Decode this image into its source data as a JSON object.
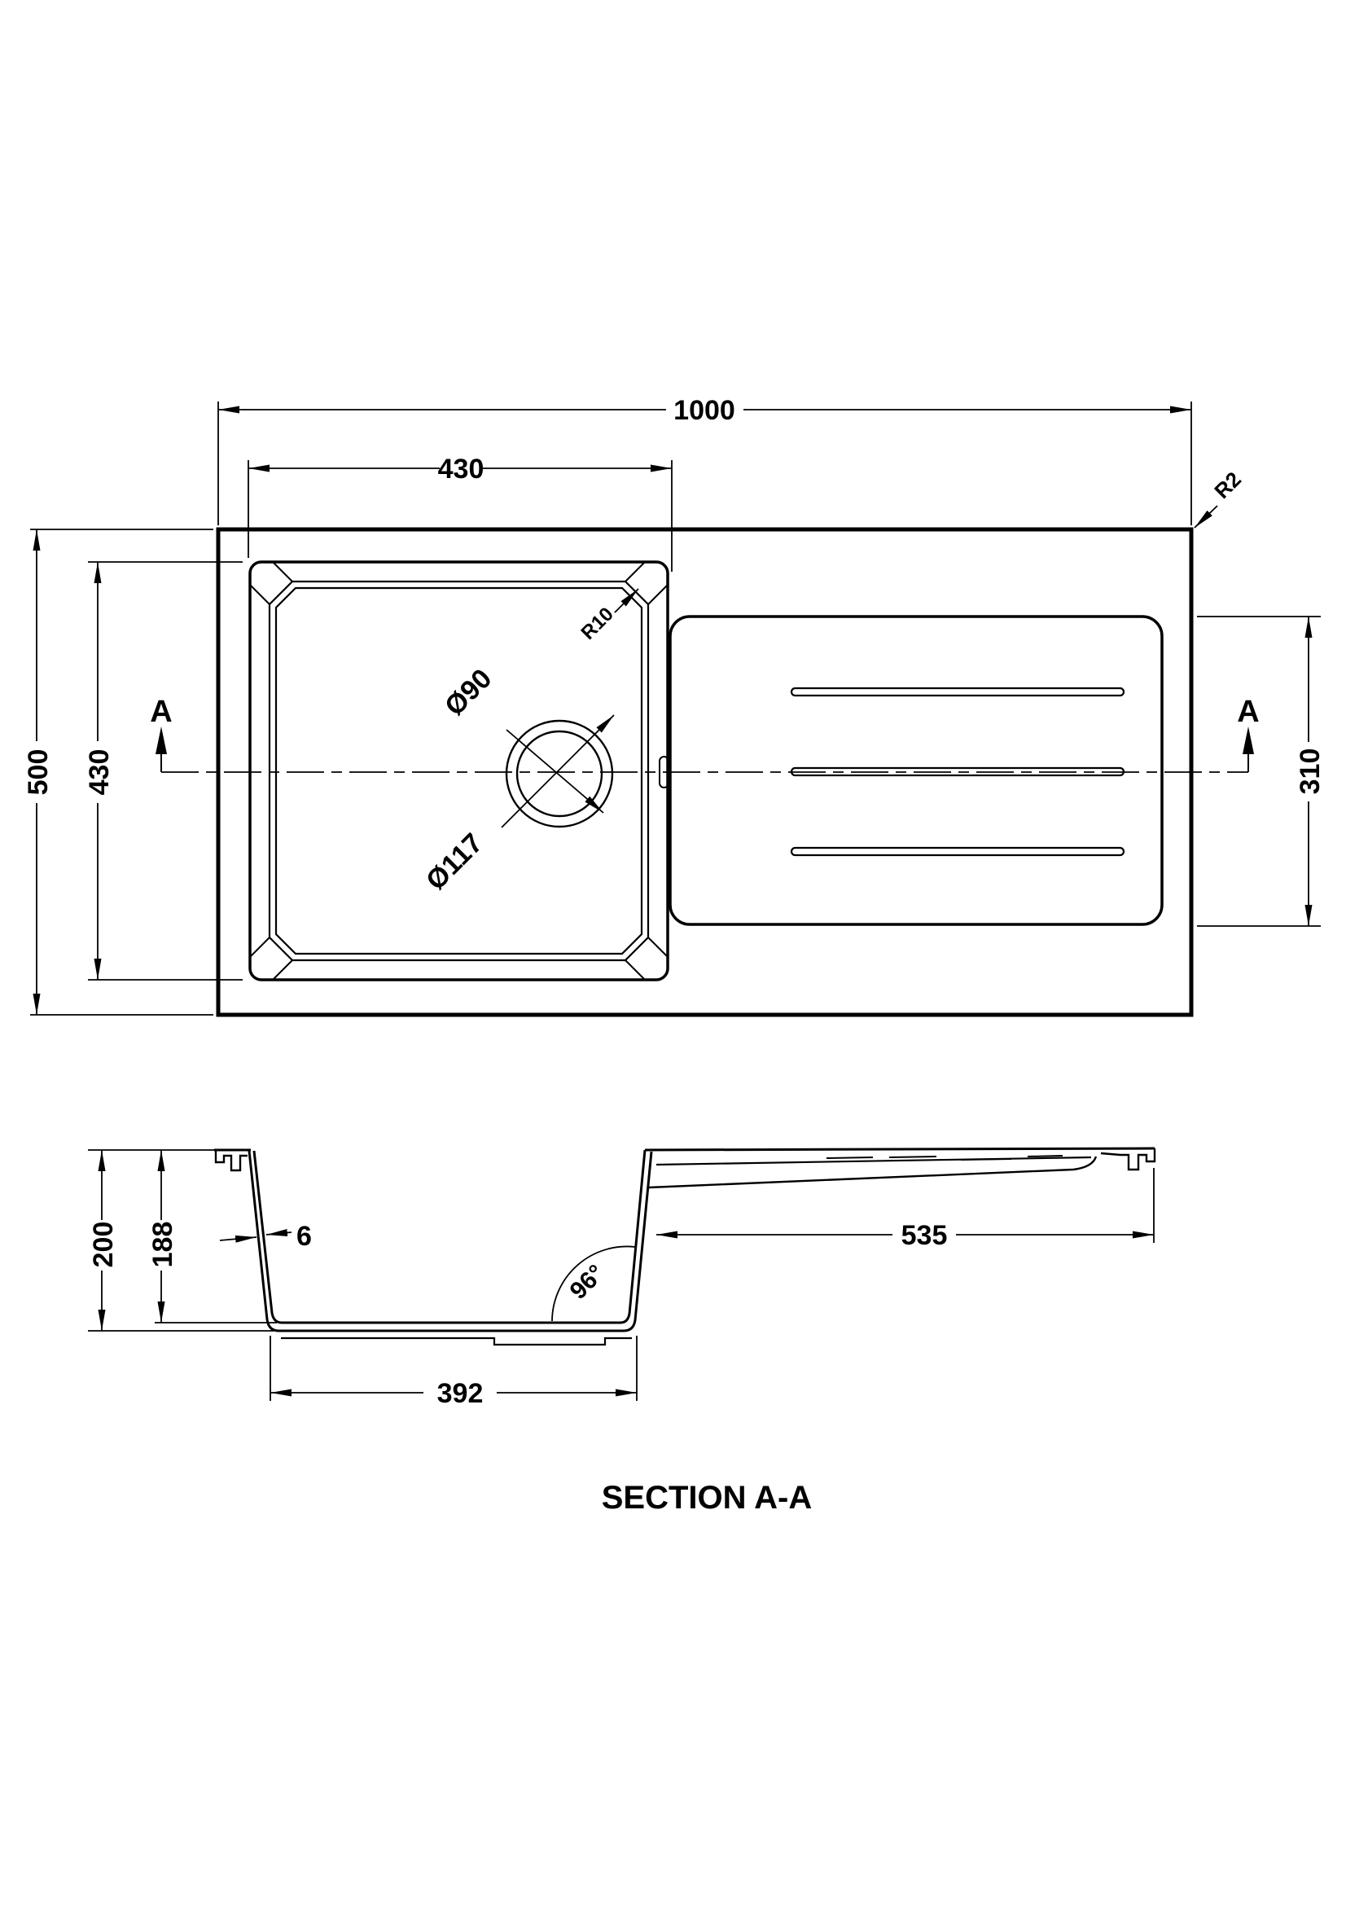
{
  "style": {
    "ink_color": "#000000",
    "background_color": "#ffffff"
  },
  "plan": {
    "overall_width": "1000",
    "bowl_width": "430",
    "overall_depth": "500",
    "bowl_depth": "430",
    "drainer_depth": "310",
    "edge_radius": "R2",
    "bowl_corner_radius": "R10",
    "drain_inner_diameter": "Ø90",
    "drain_outer_diameter": "Ø117",
    "section_marker_left": "A",
    "section_marker_right": "A"
  },
  "section": {
    "overall_depth": "200",
    "inner_depth": "188",
    "wall_thickness": "6",
    "base_width": "392",
    "drainer_length": "535",
    "wall_angle": "96°",
    "title": "SECTION A-A"
  }
}
